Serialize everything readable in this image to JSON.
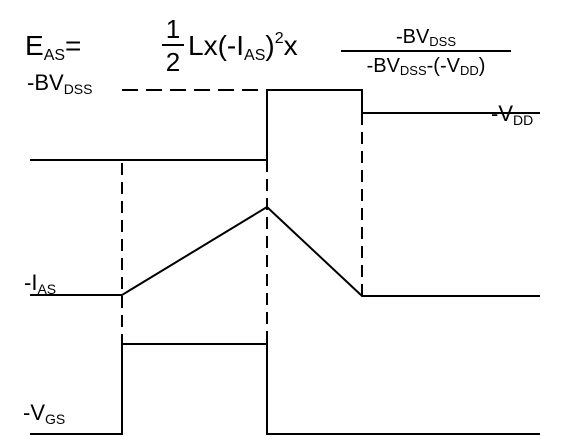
{
  "formula": {
    "lhs": "E",
    "lhs_sub": "AS",
    "equals": "=",
    "half_num": "1",
    "half_den": "2",
    "mid_a": "L",
    "mid_times1": "x",
    "mid_open": "(-I",
    "mid_sub": "AS",
    "mid_close": ")",
    "mid_sup": "2",
    "mid_times2": "x",
    "num_main": "-BV",
    "num_sub": "DSS",
    "den_a": "-BV",
    "den_a_sub": "DSS",
    "den_b": "-(-V",
    "den_b_sub": "DD",
    "den_c": ")"
  },
  "labels": {
    "bvdss_main": "-BV",
    "bvdss_sub": "DSS",
    "vdd_main": "-V",
    "vdd_sub": "DD",
    "ias_main": "-I",
    "ias_sub": "AS",
    "vgs_main": "-V",
    "vgs_sub": "GS"
  },
  "colors": {
    "line": "#000000",
    "background": "#ffffff"
  }
}
